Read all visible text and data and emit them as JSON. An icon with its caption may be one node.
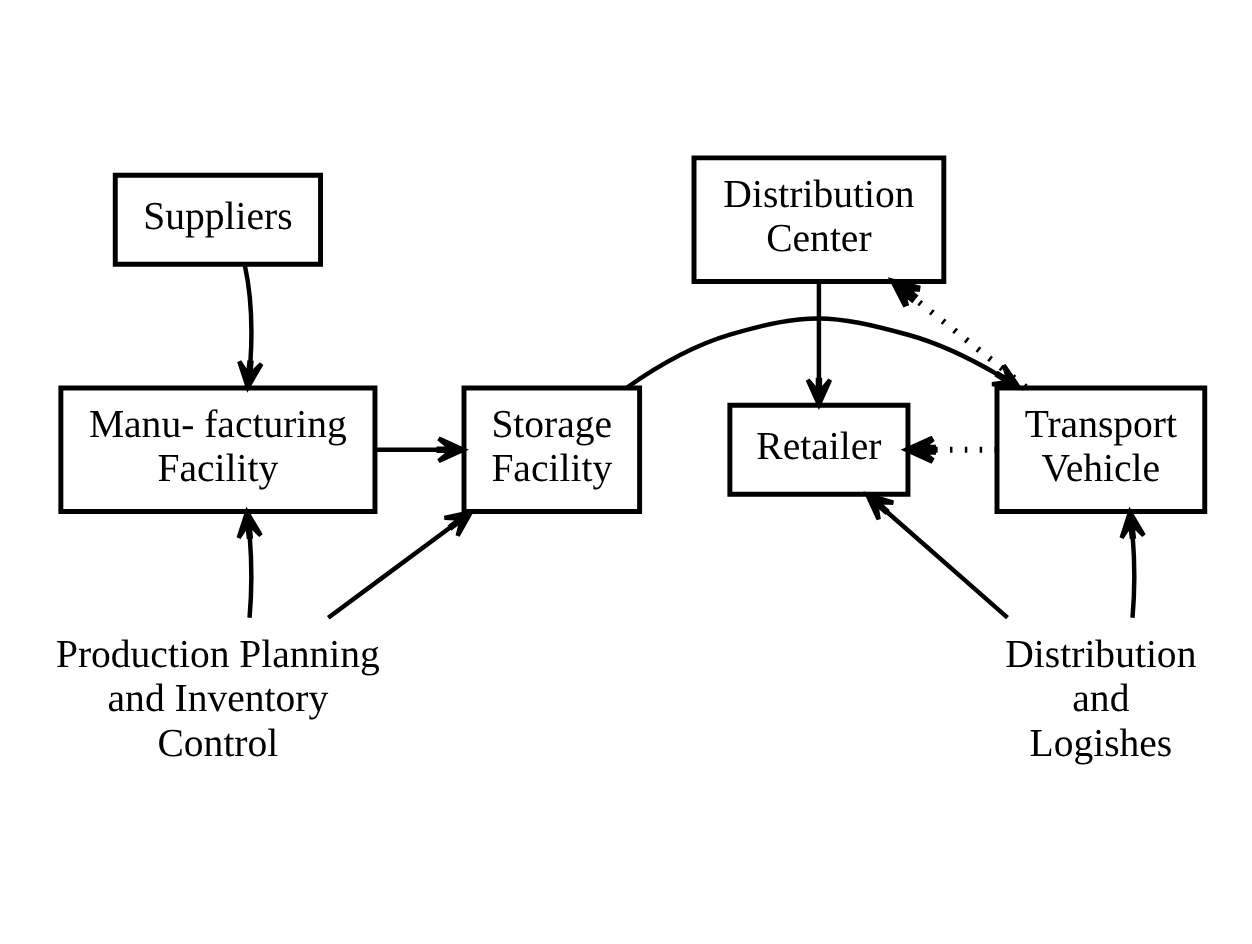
{
  "diagram": {
    "nodes": [
      {
        "text": [
          "Suppliers"
        ]
      },
      {
        "text": [
          "Distribution Center"
        ]
      },
      {
        "text": [
          "Manu- facturing Facility"
        ]
      },
      {
        "text": [
          "Storage Facility"
        ]
      },
      {
        "text": [
          "Transport Vehicle"
        ]
      },
      {
        "text": [
          "Retailer"
        ]
      },
      {
        "text": [
          "Production Planning and Inventory Control"
        ]
      },
      {
        "text": [
          "Distribution and Logishes"
        ]
      }
    ],
    "edges": [
      {
        "from": 0,
        "to": 2,
        "arrow": "to"
      },
      {
        "from": 1,
        "to": 5,
        "arrow": "to"
      },
      {
        "from": 2,
        "to": 3,
        "arrow": "to"
      },
      {
        "from": 3,
        "to": 4,
        "arrow": "to"
      },
      {
        "from": 4,
        "to": 1,
        "arrow": "to",
        "style": "dashed"
      },
      {
        "from": 4,
        "to": 5,
        "arrow": "to",
        "style": "dashed"
      },
      {
        "from": 6,
        "to": 2,
        "arrow": "to"
      },
      {
        "from": 6,
        "to": 3,
        "arrow": "to"
      },
      {
        "from": 7,
        "to": 4,
        "arrow": "to"
      },
      {
        "from": 7,
        "to": 5,
        "arrow": "to"
      }
    ]
  }
}
